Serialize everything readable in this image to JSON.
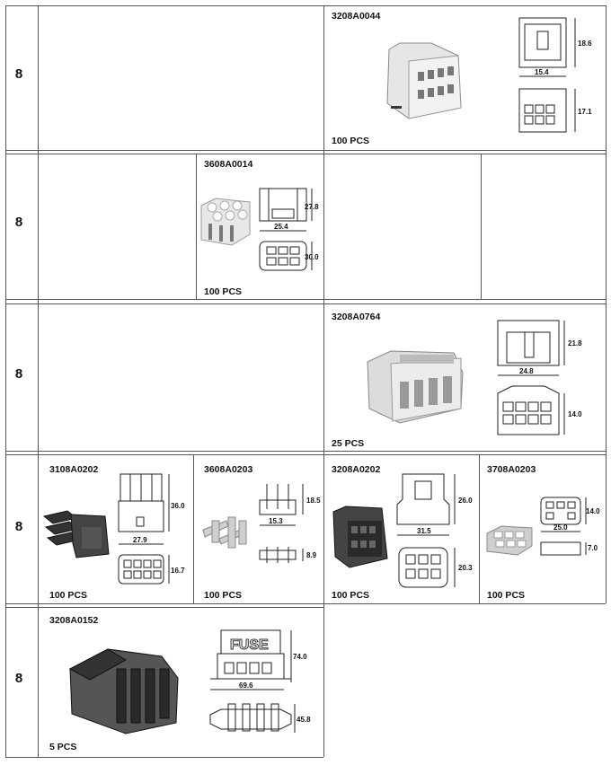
{
  "rows": [
    {
      "number": "8"
    },
    {
      "number": "8"
    },
    {
      "number": "8"
    },
    {
      "number": "8"
    },
    {
      "number": "8"
    }
  ],
  "products": {
    "p3208A0044": {
      "code": "3208A0044",
      "qty": "100 PCS",
      "dims": [
        "18.6",
        "15.4",
        "17.1"
      ]
    },
    "p3608A0014": {
      "code": "3608A0014",
      "qty": "100 PCS",
      "dims": [
        "27.8",
        "25.4",
        "30.0"
      ]
    },
    "p3208A0764": {
      "code": "3208A0764",
      "qty": "25 PCS",
      "dims": [
        "21.8",
        "24.8",
        "14.0"
      ]
    },
    "p3108A0202": {
      "code": "3108A0202",
      "qty": "100 PCS",
      "dims": [
        "36.0",
        "27.9",
        "16.7"
      ]
    },
    "p3608A0203": {
      "code": "3608A0203",
      "qty": "100 PCS",
      "dims": [
        "18.5",
        "15.3",
        "8.9"
      ]
    },
    "p3208A0202": {
      "code": "3208A0202",
      "qty": "100 PCS",
      "dims": [
        "26.0",
        "31.5",
        "20.3"
      ]
    },
    "p3708A0203": {
      "code": "3708A0203",
      "qty": "100 PCS",
      "dims": [
        "14.0",
        "25.0",
        "7.0"
      ]
    },
    "p3208A0152": {
      "code": "3208A0152",
      "qty": "5 PCS",
      "dims": [
        "74.0",
        "69.6",
        "45.8"
      ],
      "label": "FUSE"
    }
  }
}
